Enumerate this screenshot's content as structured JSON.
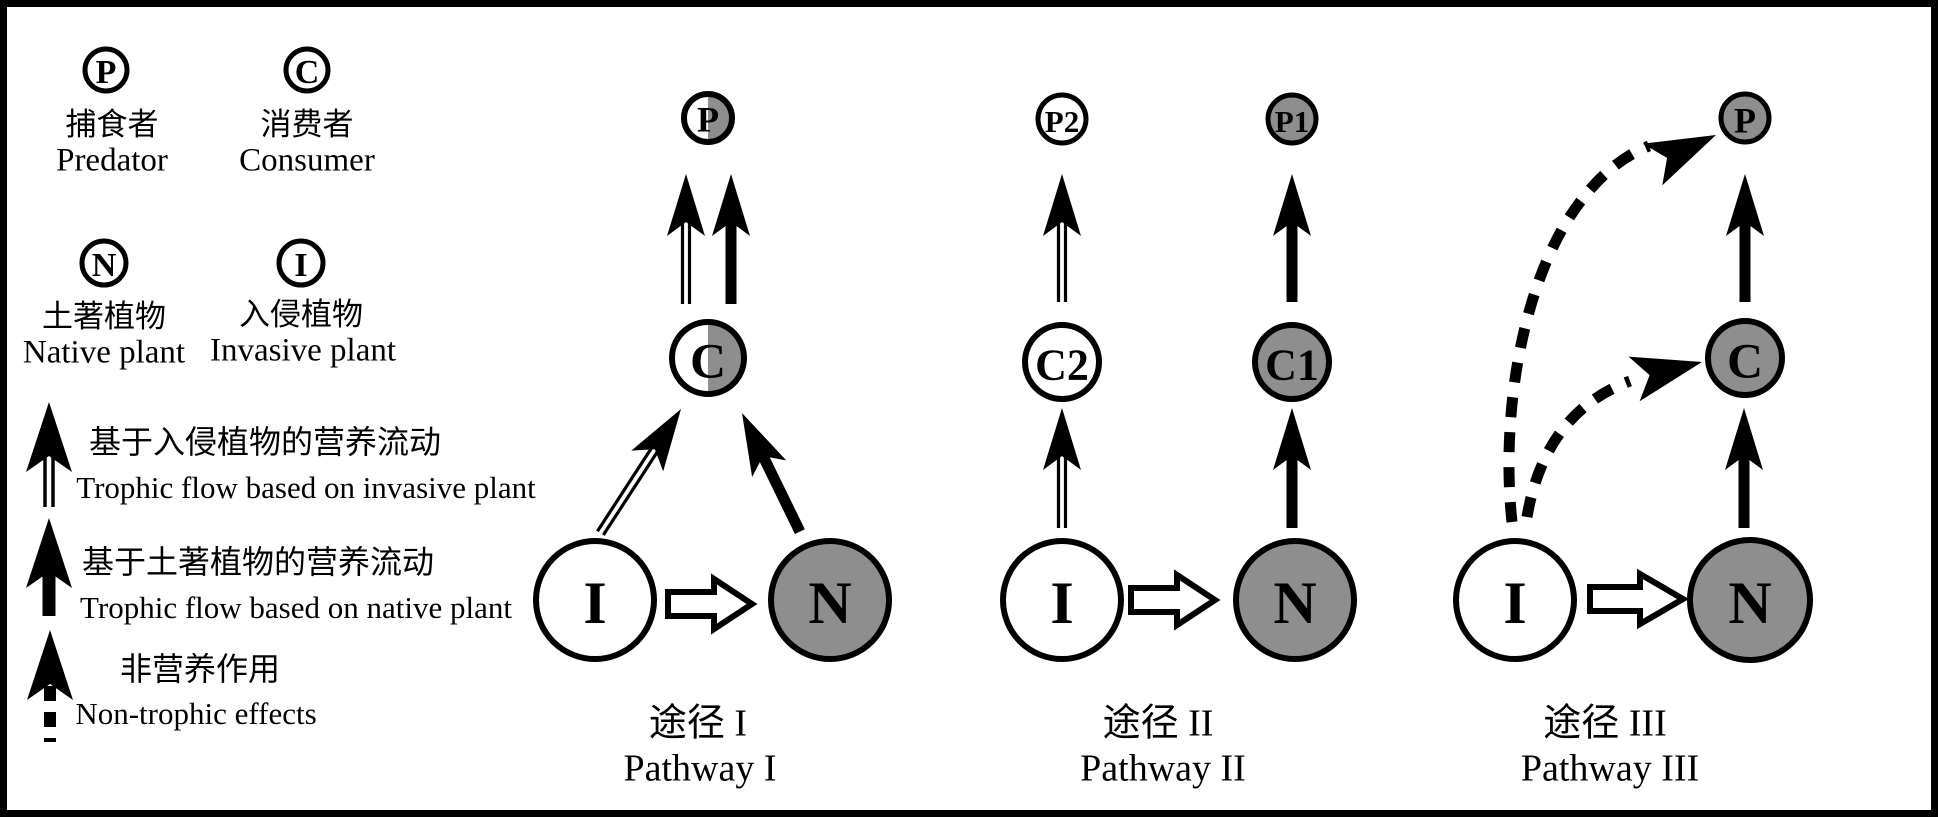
{
  "legend": {
    "nodes": [
      {
        "symbol": "P",
        "zh": "捕食者",
        "en": "Predator"
      },
      {
        "symbol": "C",
        "zh": "消费者",
        "en": "Consumer"
      },
      {
        "symbol": "N",
        "zh": "土著植物",
        "en": "Native plant"
      },
      {
        "symbol": "I",
        "zh": "入侵植物",
        "en": "Invasive plant"
      }
    ],
    "flows": [
      {
        "icon": "double-line-arrow",
        "zh": "基于入侵植物的营养流动",
        "en": "Trophic flow based on invasive plant"
      },
      {
        "icon": "solid-arrow",
        "zh": "基于土著植物的营养流动",
        "en": "Trophic flow based on native plant"
      },
      {
        "icon": "dashed-arrow",
        "zh": "非营养作用",
        "en": "Non-trophic effects"
      }
    ]
  },
  "pathways": [
    {
      "zh": "途径 I",
      "en": "Pathway I",
      "nodes": {
        "predator": "P",
        "consumer": "C",
        "invasive": "I",
        "native": "N"
      }
    },
    {
      "zh": "途径 II",
      "en": "Pathway II",
      "nodes": {
        "predator2": "P2",
        "predator1": "P1",
        "consumer2": "C2",
        "consumer1": "C1",
        "invasive": "I",
        "native": "N"
      }
    },
    {
      "zh": "途径 III",
      "en": "Pathway III",
      "nodes": {
        "predator": "P",
        "consumer": "C",
        "invasive": "I",
        "native": "N"
      }
    }
  ],
  "colors": {
    "node_gray": "#8e8e8e",
    "ink": "#000000",
    "paper": "#ffffff"
  }
}
